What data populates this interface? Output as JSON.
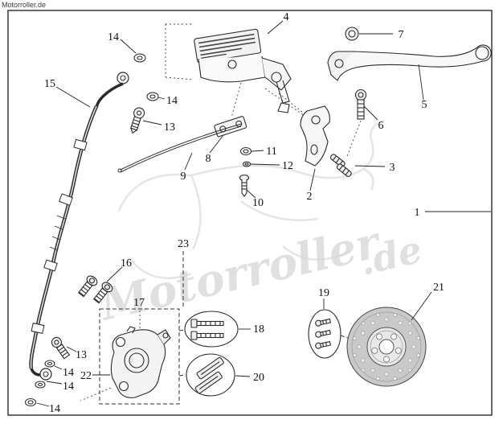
{
  "page": {
    "brand": "Motorroller.de",
    "watermark_main": "Motorroller",
    "watermark_de": ".de"
  },
  "callouts": {
    "c1": "1",
    "c2": "2",
    "c3": "3",
    "c4": "4",
    "c5": "5",
    "c6": "6",
    "c7": "7",
    "c8": "8",
    "c9": "9",
    "c10": "10",
    "c11": "11",
    "c12": "12",
    "c13a": "13",
    "c13b": "13",
    "c14a": "14",
    "c14b": "14",
    "c14c": "14",
    "c14d": "14",
    "c14e": "14",
    "c15": "15",
    "c16": "16",
    "c17": "17",
    "c18": "18",
    "c19": "19",
    "c20": "20",
    "c21": "21",
    "c22": "22",
    "c23": "23"
  }
}
